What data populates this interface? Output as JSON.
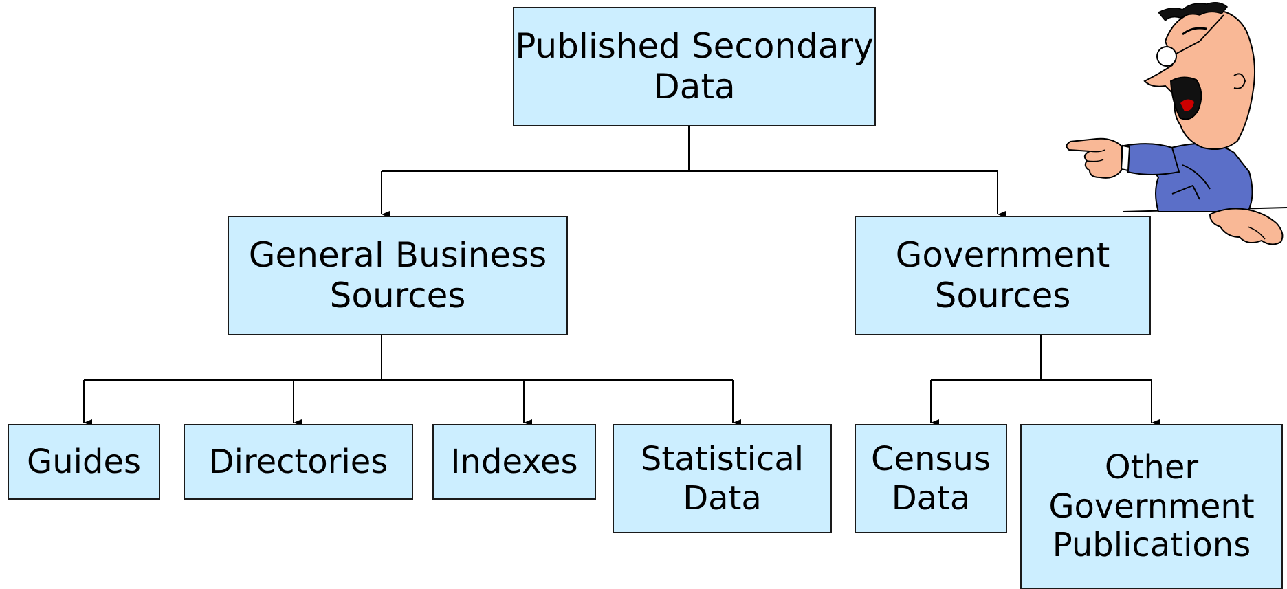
{
  "diagram": {
    "root": {
      "lines": [
        "Published Secondary",
        "Data"
      ]
    },
    "level1": [
      {
        "id": "general",
        "lines": [
          "General Business",
          "Sources"
        ]
      },
      {
        "id": "gov",
        "lines": [
          "Government",
          "Sources"
        ]
      }
    ],
    "level2": [
      {
        "id": "guides",
        "parent": "general",
        "lines": [
          "Guides"
        ]
      },
      {
        "id": "directories",
        "parent": "general",
        "lines": [
          "Directories"
        ]
      },
      {
        "id": "indexes",
        "parent": "general",
        "lines": [
          "Indexes"
        ]
      },
      {
        "id": "statistical",
        "parent": "general",
        "lines": [
          "Statistical",
          "Data"
        ]
      },
      {
        "id": "census",
        "parent": "gov",
        "lines": [
          "Census",
          "Data"
        ]
      },
      {
        "id": "other",
        "parent": "gov",
        "lines": [
          "Other",
          "Government",
          "Publications"
        ]
      }
    ]
  },
  "colors": {
    "box_fill": "#cceeff",
    "box_border": "#1a1a1a",
    "connector": "#000000",
    "cartoon_skin": "#f9b896",
    "cartoon_suit": "#5b6fc8",
    "cartoon_mouth": "#cc0000"
  },
  "icons": {
    "cartoon": "shouting-man-pointing-icon"
  }
}
